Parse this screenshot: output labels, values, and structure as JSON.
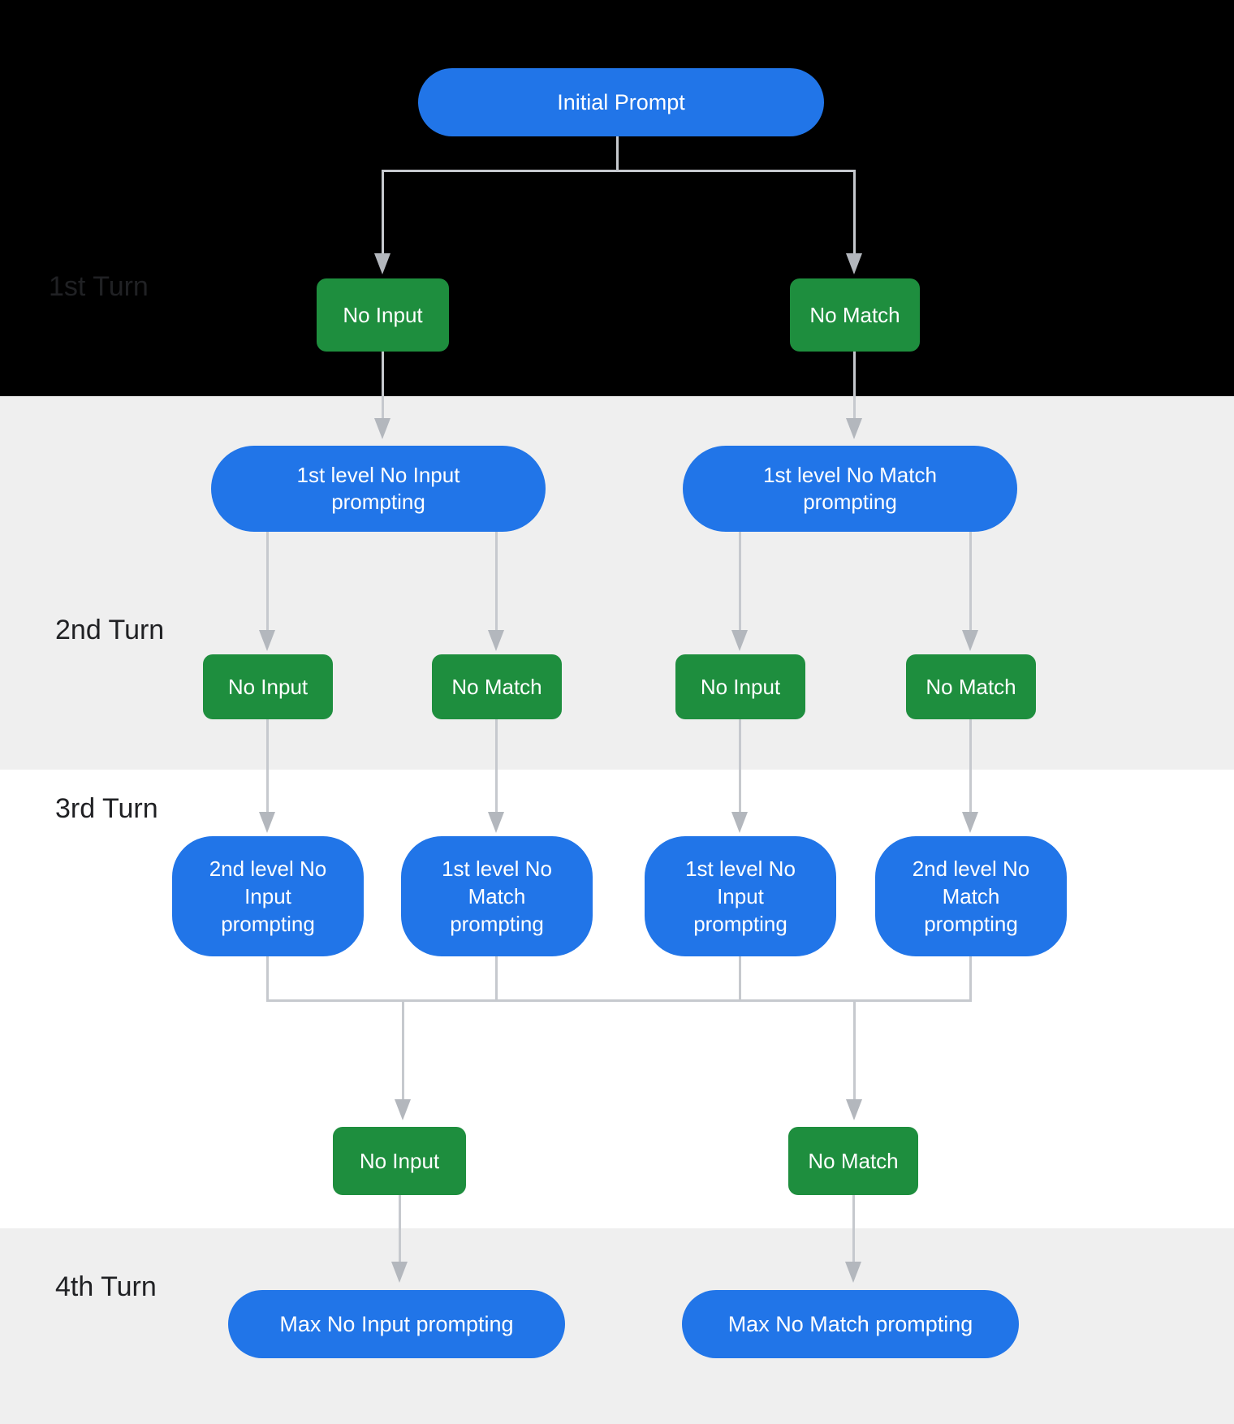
{
  "colors": {
    "node_blue": "#2175e8",
    "node_green": "#1e8e3e",
    "connector_line": "#c6c9ce",
    "arrowhead": "#b3b7bd",
    "turn_label_text": "#202124",
    "band_top": "#000000",
    "band_gray": "#efefef",
    "band_white": "#ffffff",
    "node_text": "#ffffff"
  },
  "turns": [
    {
      "label": "1st Turn"
    },
    {
      "label": "2nd Turn"
    },
    {
      "label": "3rd Turn"
    },
    {
      "label": "4th Turn"
    }
  ],
  "nodes": {
    "initial_prompt": "Initial Prompt",
    "turn1": [
      "No Input",
      "No Match"
    ],
    "level1_prompts": [
      "1st level No Input prompting",
      "1st level No Match prompting"
    ],
    "turn2": [
      "No Input",
      "No Match",
      "No Input",
      "No Match"
    ],
    "level2_prompts": [
      "2nd level No Input prompting",
      "1st level No Match prompting",
      "1st level No Input prompting",
      "2nd level No Match prompting"
    ],
    "turn3": [
      "No Input",
      "No Match"
    ],
    "max_prompts": [
      "Max No Input prompting",
      "Max No Match prompting"
    ]
  }
}
